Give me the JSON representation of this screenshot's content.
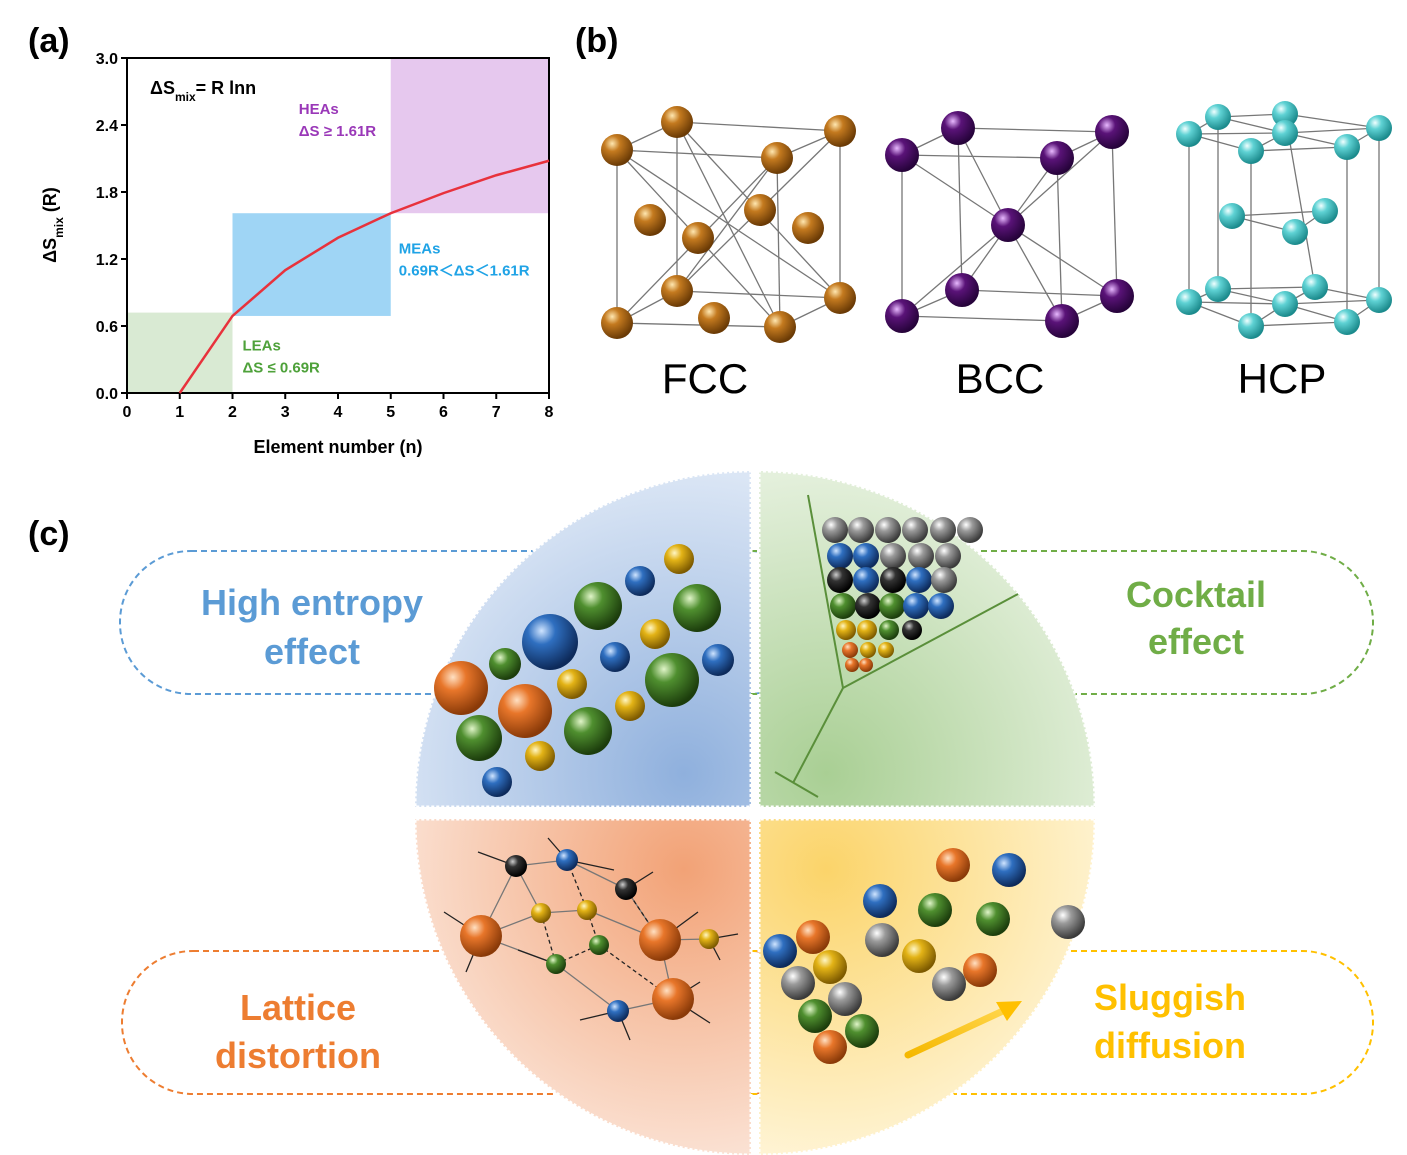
{
  "panels": {
    "a": "(a)",
    "b": "(b)",
    "c": "(c)"
  },
  "chart_data": {
    "type": "line",
    "formula": {
      "prefix": "ΔS",
      "sub": "mix",
      "suffix": "= R lnn"
    },
    "xlabel": "Element number (n)",
    "ylabel": {
      "prefix": "ΔS",
      "sub": "mix",
      "suffix": " (R)"
    },
    "xlim": [
      0,
      8
    ],
    "ylim": [
      0,
      3.0
    ],
    "xticks": [
      "0",
      "1",
      "2",
      "3",
      "4",
      "5",
      "6",
      "7",
      "8"
    ],
    "yticks": [
      "0.0",
      "0.6",
      "1.2",
      "1.8",
      "2.4",
      "3.0"
    ],
    "series": [
      {
        "x": [
          1,
          2,
          3,
          4,
          5,
          6,
          7,
          8
        ],
        "y": [
          0.0,
          0.69,
          1.1,
          1.39,
          1.61,
          1.79,
          1.95,
          2.08
        ],
        "color": "#e8323c"
      }
    ],
    "regions": [
      {
        "name": "LEAs",
        "rule": "ΔS ≤ 0.69R",
        "x": [
          0,
          2
        ],
        "y": [
          0,
          0.72
        ],
        "color": "#d9ead3",
        "text_color": "#4ea13a"
      },
      {
        "name": "MEAs",
        "rule": "0.69R＜ΔS＜1.61R",
        "x": [
          2,
          5
        ],
        "y": [
          0.69,
          1.61
        ],
        "color": "#9fd5f5",
        "text_color": "#1fa3e6"
      },
      {
        "name": "HEAs",
        "rule": "ΔS ≥ 1.61R",
        "x": [
          5,
          8
        ],
        "y": [
          1.61,
          3.0
        ],
        "color": "#e6c8ee",
        "text_color": "#9a38b8"
      }
    ]
  },
  "structures": [
    {
      "label": "FCC",
      "color": "#c47a1f"
    },
    {
      "label": "BCC",
      "color": "#5a1378"
    },
    {
      "label": "HCP",
      "color": "#5fd2d4"
    }
  ],
  "effects": [
    {
      "line1": "High entropy",
      "line2": "effect",
      "color": "#5b9bd5"
    },
    {
      "line1": "Cocktail",
      "line2": "effect",
      "color": "#70ad47"
    },
    {
      "line1": "Lattice",
      "line2": "distortion",
      "color": "#ed7d31"
    },
    {
      "line1": "Sluggish",
      "line2": "diffusion",
      "color": "#ffc000"
    }
  ],
  "colors": {
    "blue": "#2f6fc0",
    "green": "#4f8f2f",
    "orange": "#e8762a",
    "gold": "#e3b316",
    "grey": "#8c8c8c",
    "black": "#222222"
  }
}
